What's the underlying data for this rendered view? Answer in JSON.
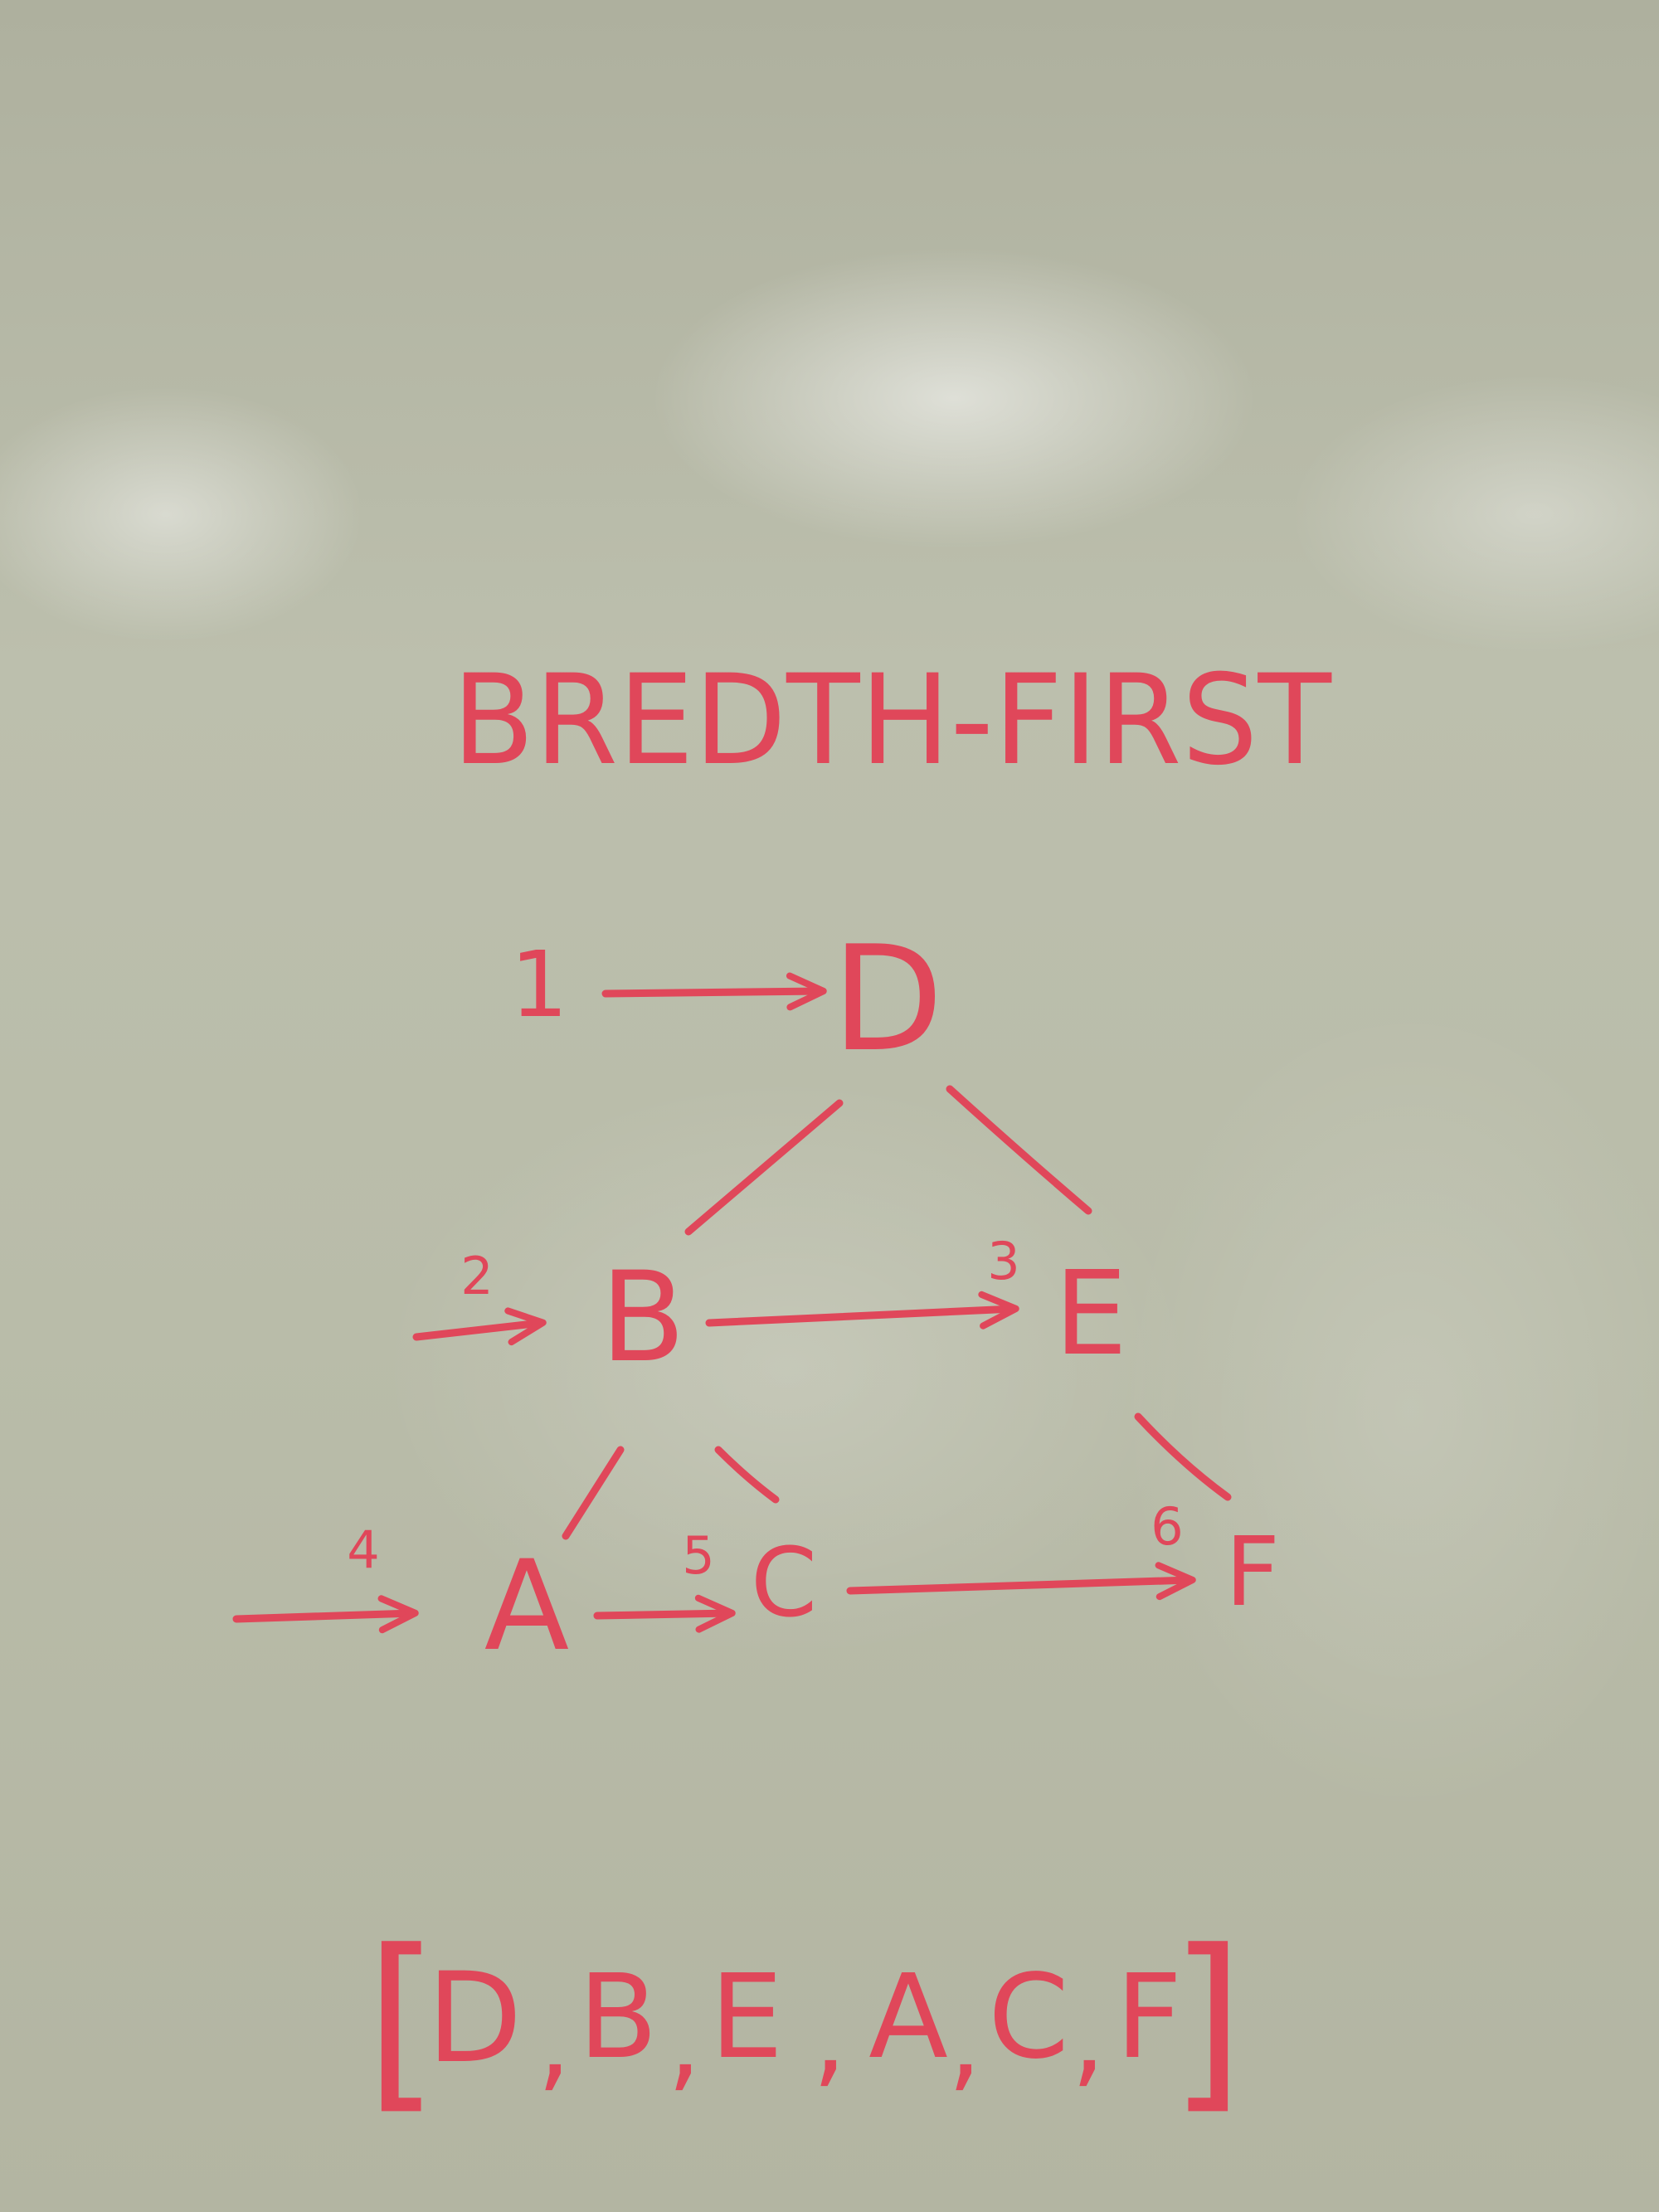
{
  "colors": {
    "marker": "#e0475a",
    "board": "#b8baa8"
  },
  "title": "BREDTH-FIRST",
  "nodes": [
    {
      "id": "D",
      "label": "D"
    },
    {
      "id": "B",
      "label": "B"
    },
    {
      "id": "E",
      "label": "E"
    },
    {
      "id": "A",
      "label": "A"
    },
    {
      "id": "C",
      "label": "C"
    },
    {
      "id": "F",
      "label": "F"
    }
  ],
  "edges": [
    {
      "from": "D",
      "to": "B"
    },
    {
      "from": "D",
      "to": "E"
    },
    {
      "from": "B",
      "to": "E"
    },
    {
      "from": "B",
      "to": "A"
    },
    {
      "from": "B",
      "to": "C"
    },
    {
      "from": "E",
      "to": "F"
    },
    {
      "from": "A",
      "to": "C"
    },
    {
      "from": "C",
      "to": "F"
    }
  ],
  "visit_order": [
    {
      "number": "1",
      "node": "D"
    },
    {
      "number": "2",
      "node": "B"
    },
    {
      "number": "3",
      "node": "E"
    },
    {
      "number": "4",
      "node": "A"
    },
    {
      "number": "5",
      "node": "C"
    },
    {
      "number": "6",
      "node": "F"
    }
  ],
  "result": {
    "open_bracket": "[",
    "items": [
      "D",
      "B",
      "E",
      "A",
      "C",
      "F"
    ],
    "separator": ",",
    "close_bracket": "]"
  }
}
